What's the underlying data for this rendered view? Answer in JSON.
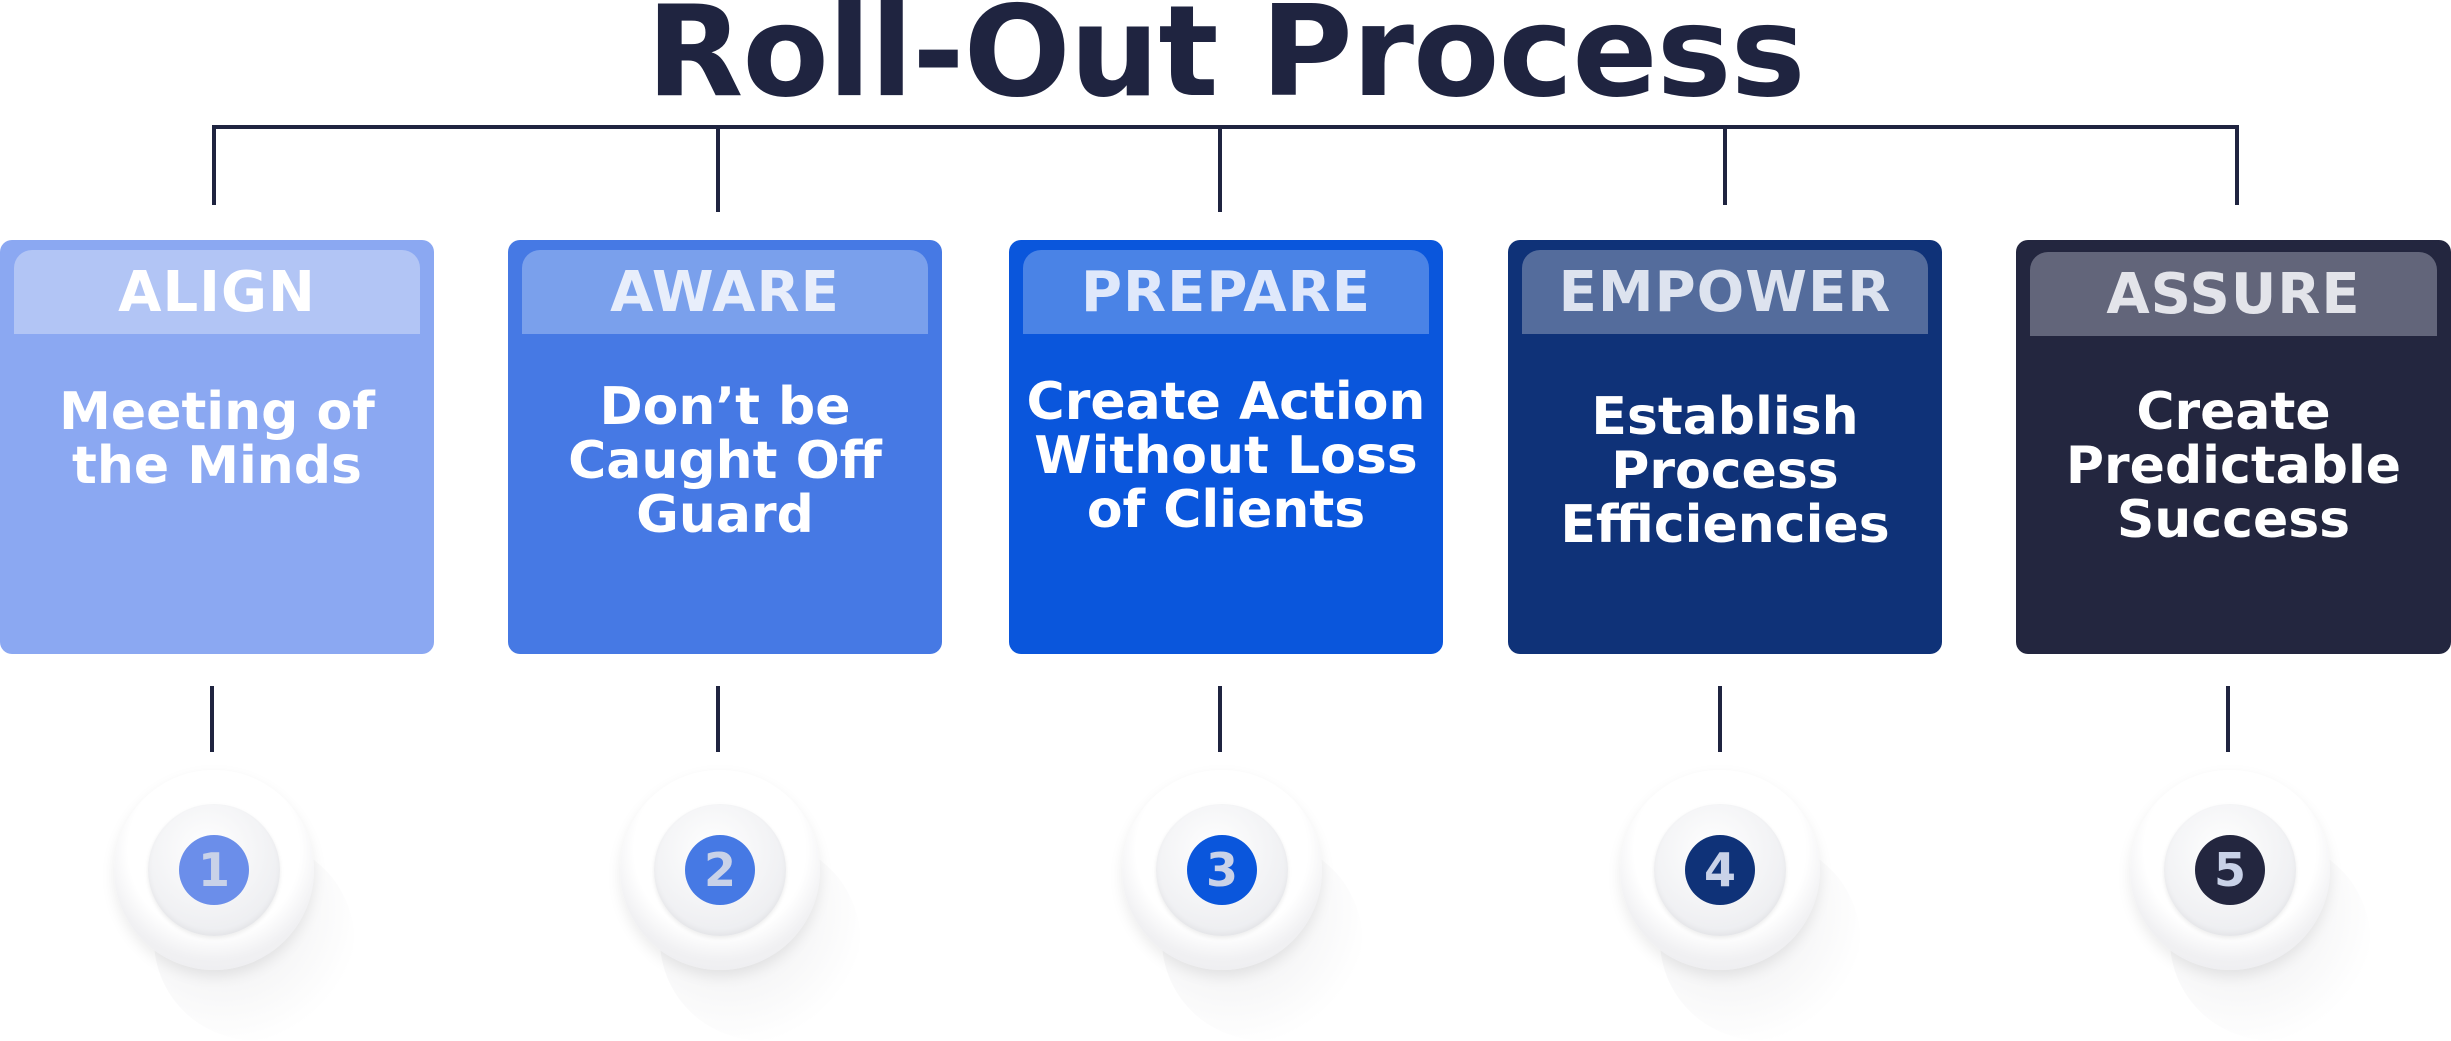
{
  "title": "Roll-Out Process",
  "colors": {
    "line": "#1f2440",
    "title": "#1f2440"
  },
  "steps": [
    {
      "number": "1",
      "label": "ALIGN",
      "text": "Meeting of\nthe Minds",
      "card_color": "#8ba8f2",
      "tab_color": "#b2c5f5",
      "tab_text_color": "#ffffff",
      "disc_color": "#6b8eea"
    },
    {
      "number": "2",
      "label": "AWARE",
      "text": "Don’t be\nCaught Off\nGuard",
      "card_color": "#4679e4",
      "tab_color": "#7aa0ec",
      "tab_text_color": "#e8eefb",
      "disc_color": "#4679e4"
    },
    {
      "number": "3",
      "label": "PREPARE",
      "text": "Create Action\nWithout Loss\nof Clients",
      "card_color": "#0a56dc",
      "tab_color": "#4a83e6",
      "tab_text_color": "#dfe8fb",
      "disc_color": "#0a56dc"
    },
    {
      "number": "4",
      "label": "EMPOWER",
      "text": "Establish\nProcess\nEfficiencies",
      "card_color": "#0f3278",
      "tab_color": "#546c9c",
      "tab_text_color": "#dde3ef",
      "disc_color": "#0f3278"
    },
    {
      "number": "5",
      "label": "ASSURE",
      "text": "Create\nPredictable\nSuccess",
      "card_color": "#23263f",
      "tab_color": "#62657a",
      "tab_text_color": "#e3e4ea",
      "disc_color": "#23263f"
    }
  ]
}
